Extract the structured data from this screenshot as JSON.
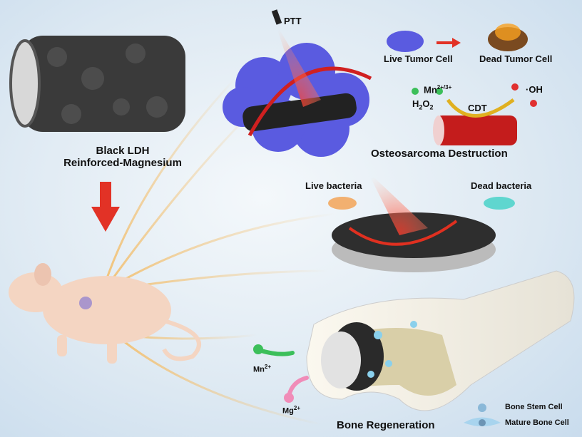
{
  "implant": {
    "line1": "Black LDH",
    "line2": "Reinforced-Magnesium"
  },
  "ptt": "PTT",
  "tumor": {
    "live": "Live Tumor Cell",
    "dead": "Dead Tumor Cell"
  },
  "cdt": {
    "mn_base": "Mn",
    "mn_charge": "2+/3+",
    "h2o2_h": "H",
    "h2o2_sub1": "2",
    "h2o2_o": "O",
    "h2o2_sub2": "2",
    "label": "CDT",
    "oh": "·OH"
  },
  "osteosarcoma_title": "Osteosarcoma Destruction",
  "bacteria": {
    "live": "Live bacteria",
    "dead": "Dead bacteria"
  },
  "ions": {
    "mn_base": "Mn",
    "mn_charge": "2+",
    "mg_base": "Mg",
    "mg_charge": "2+"
  },
  "bone_title": "Bone Regeneration",
  "legend": {
    "stem": "Bone Stem Cell",
    "mature": "Mature Bone Cell"
  },
  "colors": {
    "tumor": "#5a5be0",
    "laser": "#f05a3a",
    "bacteria_live": "#f2b070",
    "bacteria_dead": "#5fd6cf",
    "mn": "#3cbf5a",
    "mg": "#f08cb8",
    "beam": "#f3c070"
  }
}
